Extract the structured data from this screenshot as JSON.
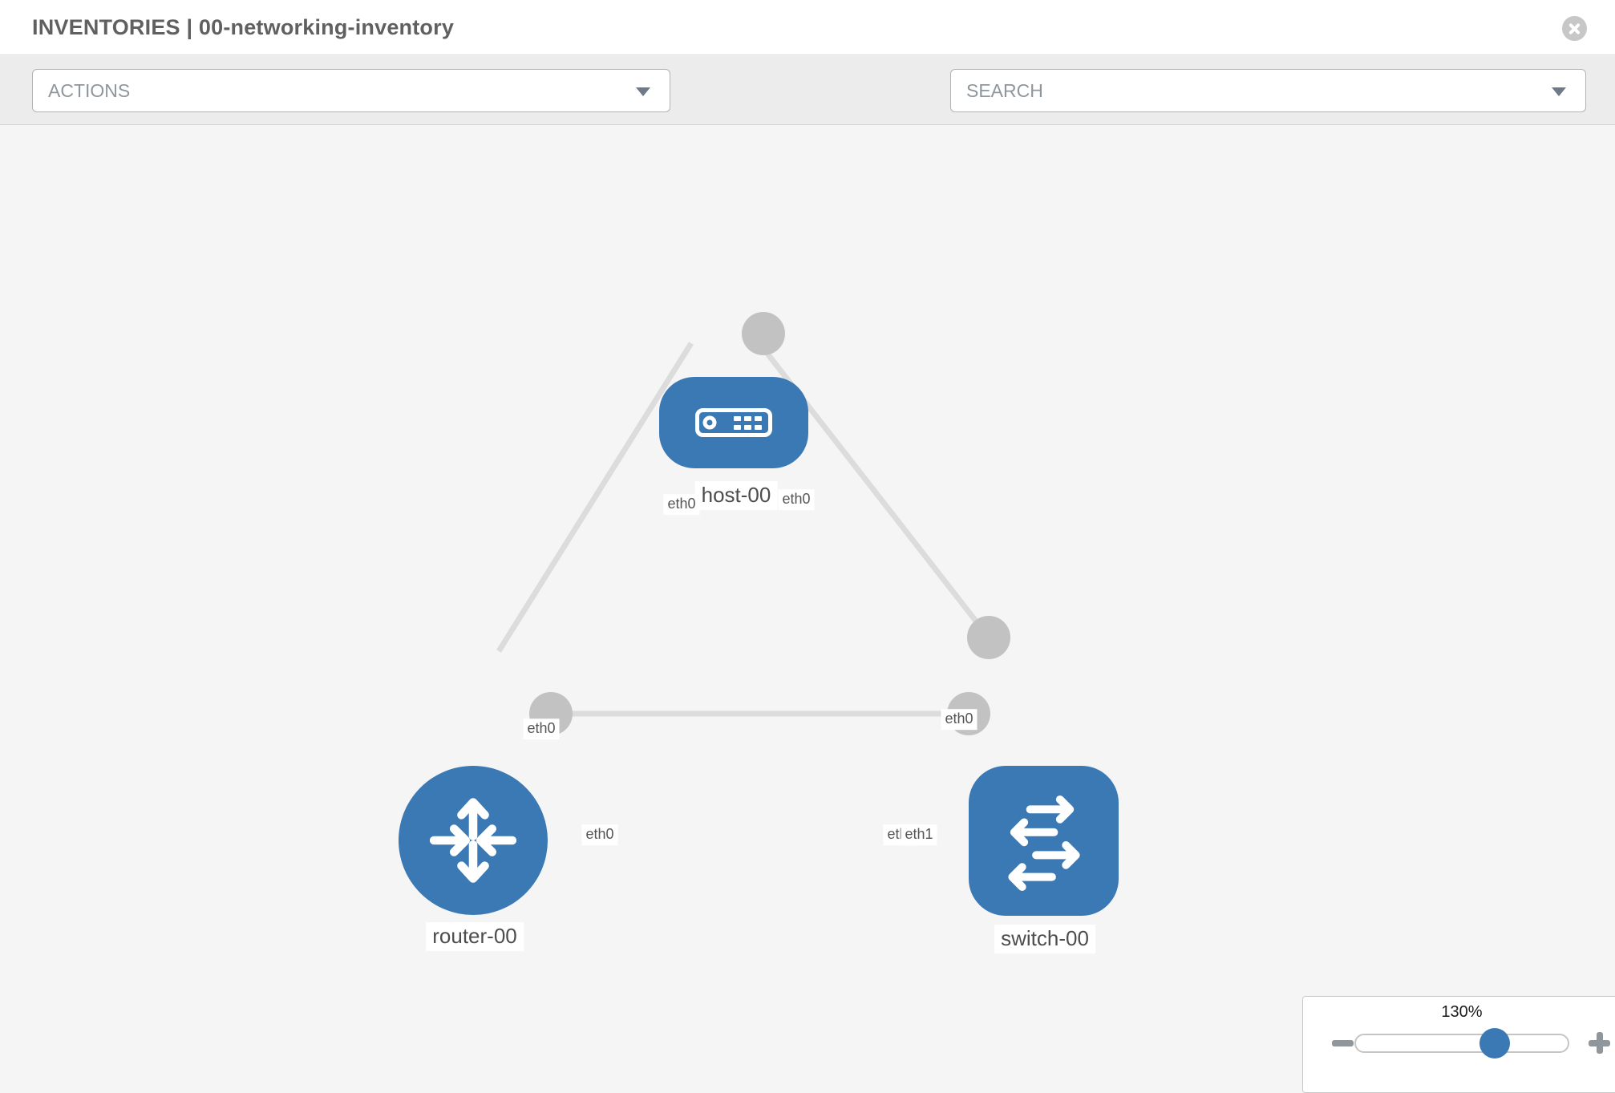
{
  "header": {
    "title": "INVENTORIES | 00-networking-inventory"
  },
  "toolbar": {
    "actions_label": "ACTIONS",
    "search_label": "SEARCH",
    "icons": [
      "wrench-icon",
      "key-icon"
    ]
  },
  "colors": {
    "node_blue": "#3b79b5",
    "link_gray": "#dcdcdc",
    "stub_gray": "#c2c2c2",
    "toolbar_gray": "#ececec",
    "canvas_gray": "#f5f5f5"
  },
  "diagram": {
    "nodes": [
      {
        "label": "host-00",
        "type": "host"
      },
      {
        "label": "router-00",
        "type": "router"
      },
      {
        "label": "switch-00",
        "type": "switch"
      }
    ],
    "links": [
      {
        "from": "host-00",
        "to": "router-00",
        "from_if": "eth0",
        "to_if": "eth0"
      },
      {
        "from": "host-00",
        "to": "switch-00",
        "from_if": "eth0",
        "to_if": "eth0"
      },
      {
        "from": "router-00",
        "to": "switch-00",
        "from_if": "eth0",
        "to_if": "eth1",
        "to_if_overlap": "eth0"
      }
    ]
  },
  "zoom_control": {
    "level": "130%"
  }
}
